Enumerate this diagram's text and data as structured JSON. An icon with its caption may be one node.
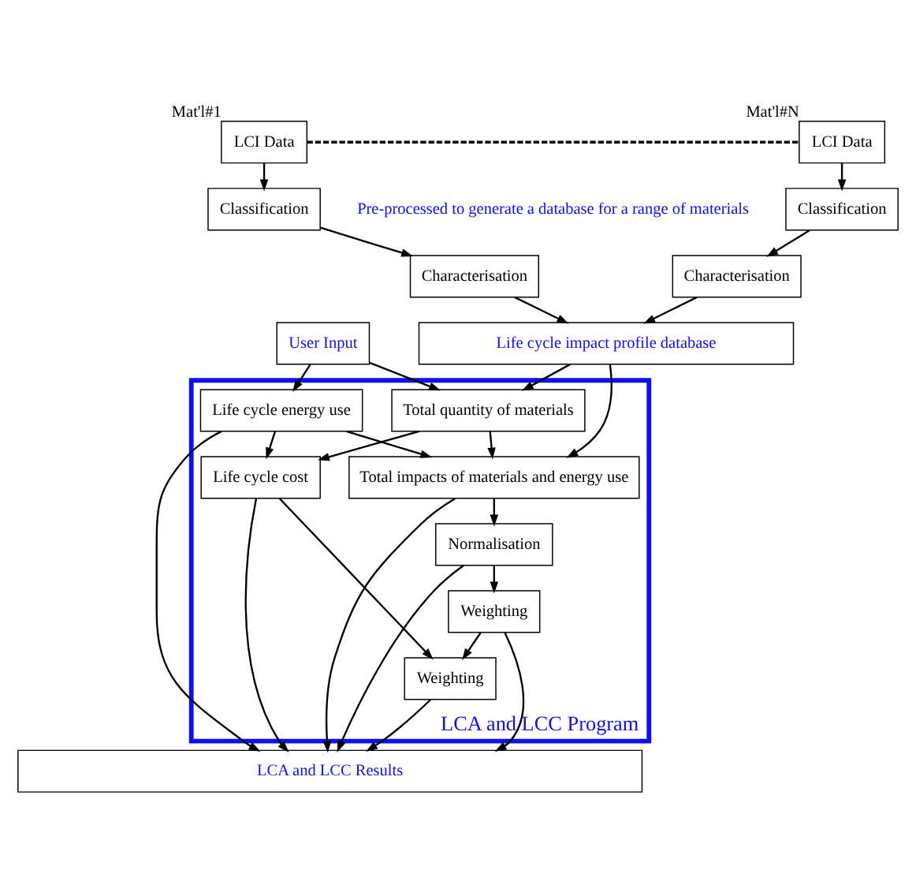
{
  "diagram": {
    "nodes": [
      {
        "text": [
          "LCI Data"
        ],
        "beside": [
          "Mat'l#1"
        ]
      },
      {
        "text": [
          "Classification"
        ]
      },
      {
        "text": [
          "Characterisation"
        ]
      },
      {
        "text": [
          "LCI Data"
        ],
        "beside": [
          "Mat'l#N"
        ]
      },
      {
        "text": [
          "Classification"
        ]
      },
      {
        "text": [
          "Characterisation"
        ]
      },
      {
        "text": [
          "User Input"
        ]
      },
      {
        "text": [
          "Life cycle impact profile database"
        ]
      },
      {
        "text": [
          "LCA and LCC Program"
        ]
      },
      {
        "text": [
          "Total quantity of materials"
        ],
        "in": 8
      },
      {
        "text": [
          "Total impacts of materials and energy use"
        ],
        "in": 8
      },
      {
        "text": [
          "Life cycle energy use"
        ],
        "in": 8
      },
      {
        "text": [
          "Normalisation"
        ],
        "in": 8
      },
      {
        "text": [
          "Life cycle cost"
        ],
        "in": 8
      },
      {
        "text": [
          "Weighting"
        ],
        "in": 8
      },
      {
        "text": [
          "Weighting"
        ],
        "in": 8
      },
      {
        "text": [
          "LCA and LCC Results"
        ]
      }
    ],
    "edges": [
      {
        "from": 0,
        "to": 3,
        "arrow": "none",
        "style": "dashed"
      },
      {
        "from": 0,
        "to": 1,
        "arrow": "to"
      },
      {
        "from": 1,
        "to": 2,
        "arrow": "to"
      },
      {
        "from": 3,
        "to": 4,
        "arrow": "to"
      },
      {
        "from": 4,
        "to": 5,
        "arrow": "to"
      },
      {
        "from": 2,
        "to": 7,
        "arrow": "to"
      },
      {
        "from": 5,
        "to": 7,
        "arrow": "to"
      },
      {
        "from": 7,
        "to": 9,
        "arrow": "to"
      },
      {
        "from": 7,
        "to": 10,
        "arrow": "to"
      },
      {
        "from": 6,
        "to": 11,
        "arrow": "to"
      },
      {
        "from": 6,
        "to": 9,
        "arrow": "to"
      },
      {
        "from": 9,
        "to": 10,
        "arrow": "to"
      },
      {
        "from": 9,
        "to": 13,
        "arrow": "to"
      },
      {
        "from": 11,
        "to": 13,
        "arrow": "to"
      },
      {
        "from": 11,
        "to": 10,
        "arrow": "to"
      },
      {
        "from": 10,
        "to": 12,
        "arrow": "to"
      },
      {
        "from": 12,
        "to": 14,
        "arrow": "to"
      },
      {
        "from": 13,
        "to": 15,
        "arrow": "to"
      },
      {
        "from": 14,
        "to": 15,
        "arrow": "to"
      },
      {
        "from": 11,
        "to": 16,
        "arrow": "to"
      },
      {
        "from": 13,
        "to": 16,
        "arrow": "to"
      },
      {
        "from": 15,
        "to": 16,
        "arrow": "to"
      },
      {
        "from": 14,
        "to": 16,
        "arrow": "to"
      },
      {
        "from": 12,
        "to": 16,
        "arrow": "to"
      },
      {
        "from": 10,
        "to": 16,
        "arrow": "to"
      }
    ],
    "labels": [
      "Pre-processed to generate a database for a range of materials"
    ]
  }
}
